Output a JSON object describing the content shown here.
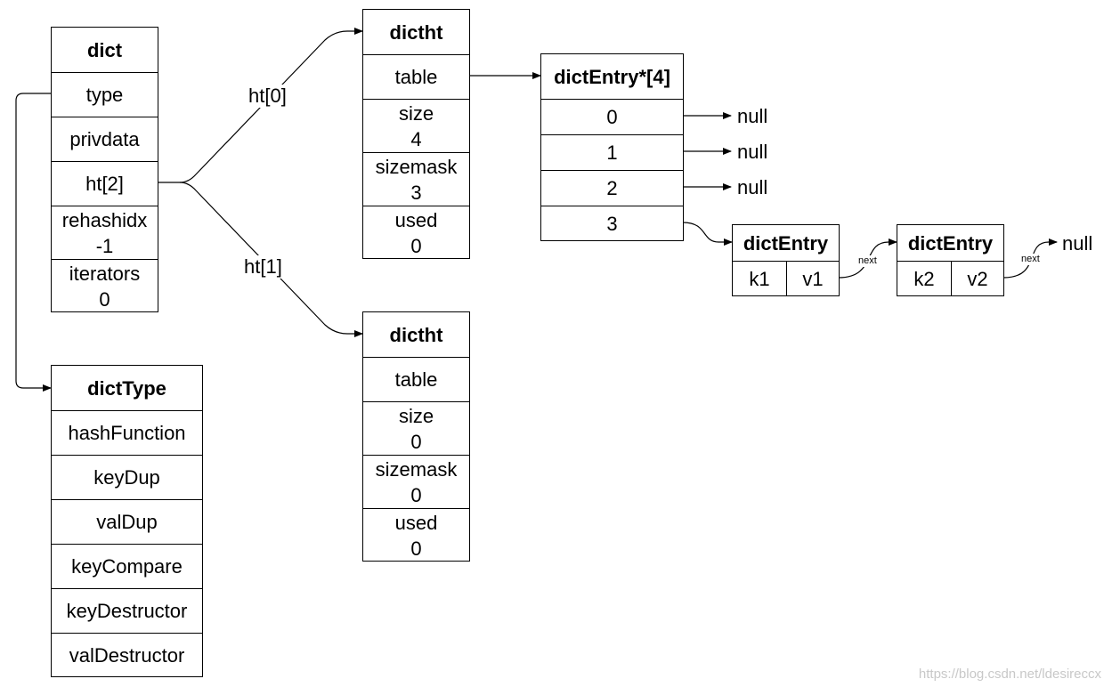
{
  "dict": {
    "title": "dict",
    "fields": [
      {
        "line1": "type",
        "line2": ""
      },
      {
        "line1": "privdata",
        "line2": ""
      },
      {
        "line1": "ht[2]",
        "line2": ""
      },
      {
        "line1": "rehashidx",
        "line2": "-1"
      },
      {
        "line1": "iterators",
        "line2": "0"
      }
    ]
  },
  "dict_type": {
    "title": "dictType",
    "fields": [
      "hashFunction",
      "keyDup",
      "valDup",
      "keyCompare",
      "keyDestructor",
      "valDestructor"
    ]
  },
  "dictht_0": {
    "title": "dictht",
    "fields": [
      {
        "line1": "table",
        "line2": ""
      },
      {
        "line1": "size",
        "line2": "4"
      },
      {
        "line1": "sizemask",
        "line2": "3"
      },
      {
        "line1": "used",
        "line2": "0"
      }
    ]
  },
  "dictht_1": {
    "title": "dictht",
    "fields": [
      {
        "line1": "table",
        "line2": ""
      },
      {
        "line1": "size",
        "line2": "0"
      },
      {
        "line1": "sizemask",
        "line2": "0"
      },
      {
        "line1": "used",
        "line2": "0"
      }
    ]
  },
  "table": {
    "title": "dictEntry*[4]",
    "slots": [
      "0",
      "1",
      "2",
      "3"
    ]
  },
  "entry_1": {
    "title": "dictEntry",
    "key": "k1",
    "value": "v1"
  },
  "entry_2": {
    "title": "dictEntry",
    "key": "k2",
    "value": "v2"
  },
  "labels": {
    "ht0": "ht[0]",
    "ht1": "ht[1]",
    "null_text": "null",
    "next": "next"
  },
  "watermark": "https://blog.csdn.net/ldesireccx"
}
